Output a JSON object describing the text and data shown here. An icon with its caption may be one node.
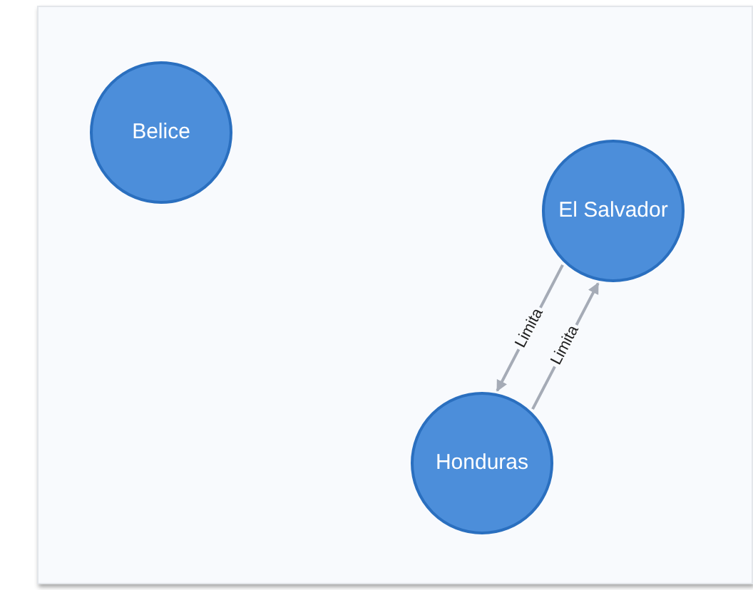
{
  "diagram": {
    "nodes": [
      {
        "text": [
          "Belice"
        ]
      },
      {
        "text": [
          "El Salvador"
        ]
      },
      {
        "text": [
          "Honduras"
        ]
      }
    ],
    "edges": [
      {
        "from": 2,
        "to": 1,
        "arrow": "to",
        "label": "Limita"
      },
      {
        "from": 1,
        "to": 2,
        "arrow": "to",
        "label": "Limita"
      }
    ]
  }
}
